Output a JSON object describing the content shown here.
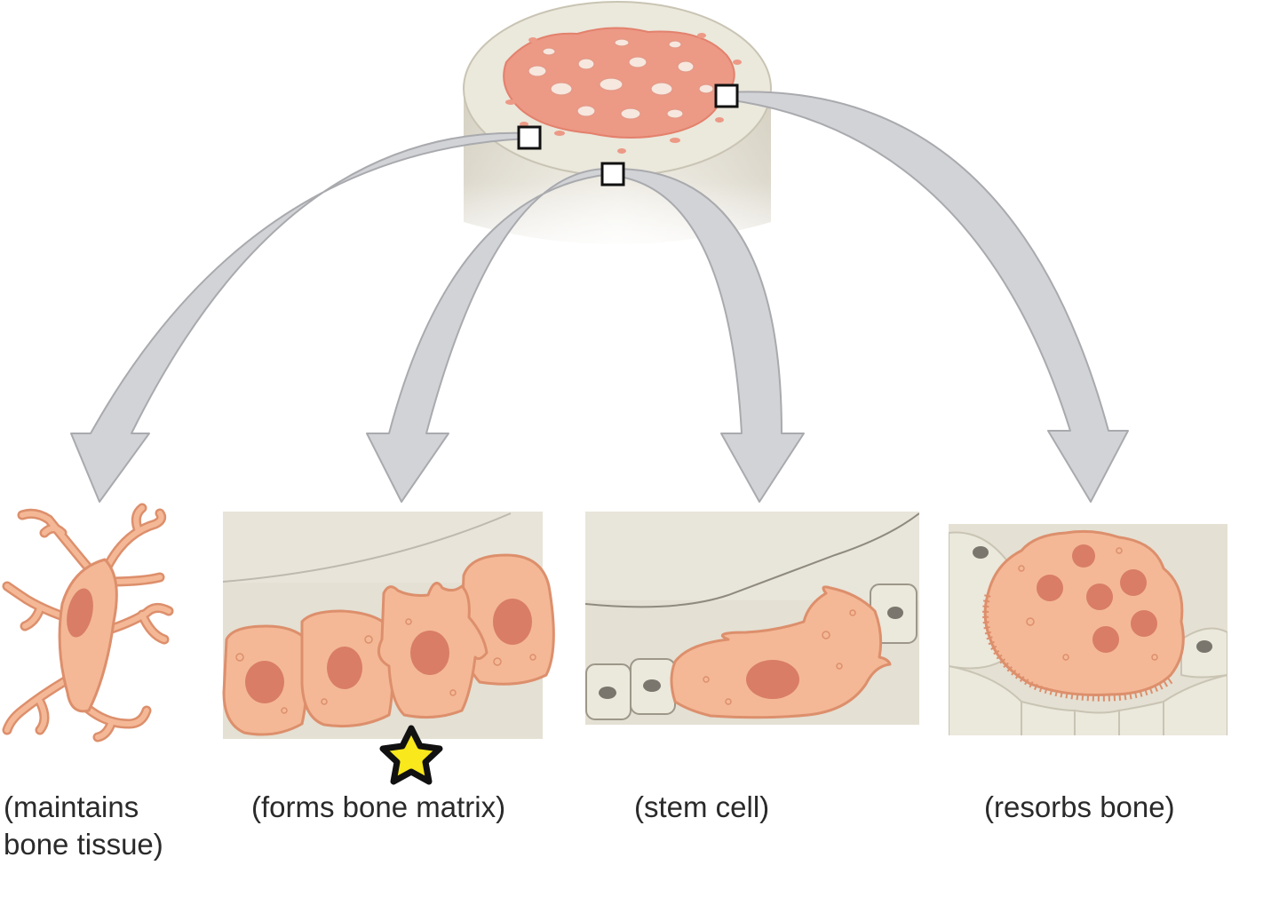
{
  "captions": [
    {
      "line1": "(maintains",
      "line2": "bone tissue)"
    },
    {
      "line1": "(forms bone matrix)"
    },
    {
      "line1": "(stem cell)"
    },
    {
      "line1": "(resorbs bone)"
    }
  ],
  "colors": {
    "cell_fill": "#f4b896",
    "cell_stroke": "#dd8f6c",
    "nucleus": "#d97d66",
    "arrow_fill": "#d2d3d7",
    "arrow_stroke": "#a9aaae",
    "bone_fill": "#e9e6da",
    "spongy_bone": "#ec9986",
    "star": "#f8e81c"
  },
  "icons": {
    "marker": "star-icon"
  }
}
